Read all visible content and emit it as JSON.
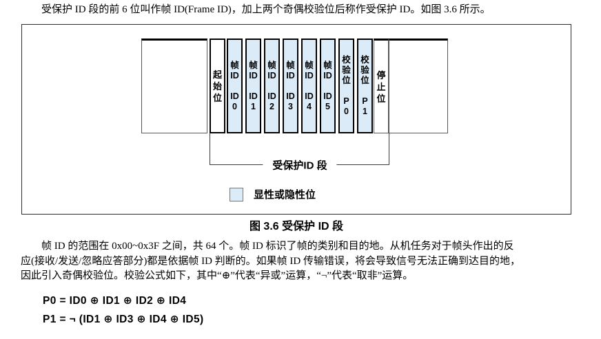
{
  "intro": "受保护 ID 段的前 6 位叫作帧 ID(Frame ID)，加上两个奇偶校验位后称作受保护 ID。如图 3.6 所示。",
  "figure": {
    "bit_fill_color": "#dcebf8",
    "start_bit_label": "起\n始\n位",
    "stop_bit_label": "停\n止\n位",
    "bit_cells": [
      "帧\nID\n\nID\n0",
      "帧\nID\n\nID\n1",
      "帧\nID\n\nID\n2",
      "帧\nID\n\nID\n3",
      "帧\nID\n\nID\n4",
      "帧\nID\n\nID\n5",
      "校\n验\n位\n\nP\n0",
      "校\n验\n位\n\nP\n1"
    ],
    "bracket_label": "受保护ID 段",
    "legend_label": "显性或隐性位",
    "caption": "图 3.6 受保护 ID 段"
  },
  "body_lines": [
    "帧 ID 的范围在 0x00~0x3F 之间，共 64 个。帧 ID 标识了帧的类别和目的地。从机任务对于帧头作出的反",
    "应(接收/发送/忽略应答部分)都是依据帧 ID 判断的。如果帧 ID 传输错误，将会导致信号无法正确到达目的地，",
    "因此引入奇偶校验位。校验公式如下，其中“⊕”代表“异或”运算，“¬”代表“取非”运算。"
  ],
  "formulas": [
    "P0 = ID0 ⊕ ID1 ⊕ ID2 ⊕ ID4",
    "P1 = ¬ (ID1 ⊕ ID3 ⊕ ID4 ⊕ ID5)"
  ]
}
